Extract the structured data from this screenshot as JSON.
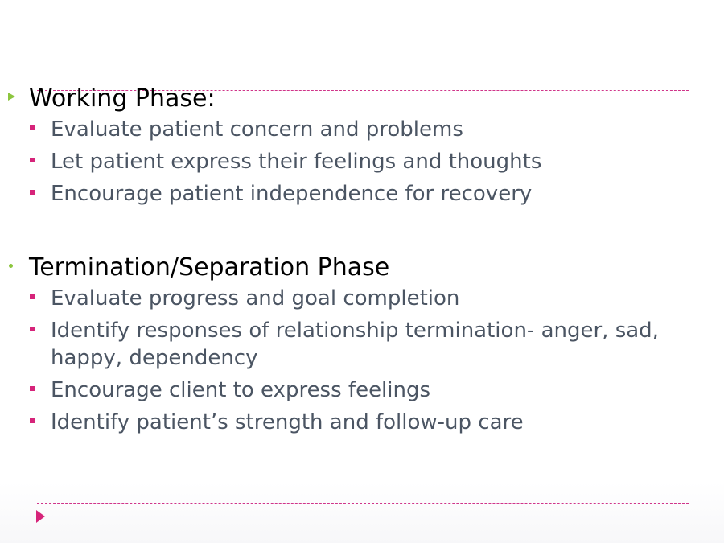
{
  "sections": [
    {
      "heading": "Working Phase:",
      "items": [
        "Evaluate patient concern and problems",
        "Let patient express their feelings and thoughts",
        "Encourage patient independence for recovery"
      ]
    },
    {
      "heading": "Termination/Separation Phase",
      "items": [
        "Evaluate progress and goal completion",
        "Identify responses of relationship termination- anger, sad, happy, dependency",
        "Encourage client to express feelings",
        "Identify patient’s strength and follow-up care"
      ]
    }
  ],
  "colors": {
    "accent_green": "#8dc63f",
    "accent_pink": "#d6247a",
    "heading_text": "#000000",
    "body_text": "#4b5563"
  },
  "icons": {
    "section1_bullet": "triangle-bullet-icon",
    "section2_bullet": "dot-bullet-icon",
    "sub_bullet": "square-bullet-icon",
    "footer": "play-arrow-icon"
  }
}
